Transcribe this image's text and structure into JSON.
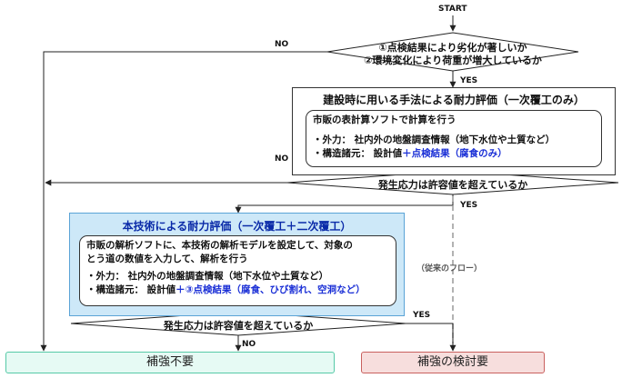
{
  "start_label": "START",
  "decision1": {
    "line1": "①点検結果により劣化が著しいか",
    "line2": "②環境変化により荷重が増大しているか",
    "no": "NO",
    "yes": "YES"
  },
  "primary_box": {
    "title": "建設時に用いる手法による耐力評価（一次覆工のみ）",
    "inner_heading": "市販の表計算ソフトで計算を行う",
    "external_force": "・外力： 社内外の地盤調査情報（地下水位や土質など）",
    "structure_prefix": "・構造諸元： 設計値",
    "structure_highlight": "＋点検結果（腐食のみ）"
  },
  "decision2": {
    "text": "発生応力は許容値を超えているか",
    "no": "NO",
    "yes": "YES"
  },
  "tech_box": {
    "title": "本技術による耐力評価（一次覆工＋二次覆工）",
    "inner_line1": "市販の解析ソフトに、本技術の解析モデルを設定して、対象の",
    "inner_line2": "とう道の数値を入力して、解析を行う",
    "external_force": "・外力： 社内外の地盤調査情報（地下水位や土質など）",
    "structure_prefix": "・構造諸元： 設計値",
    "structure_highlight": "＋③点検結果（腐食、ひび割れ、空洞など）"
  },
  "conventional_flow": "（従来のフロー）",
  "decision3": {
    "text": "発生応力は許容値を超えているか",
    "no": "NO",
    "yes": "YES"
  },
  "end_no_reinforce": "補強不要",
  "end_reinforce": "補強の検討要",
  "colors": {
    "tech_box_fill": "#cde8f8",
    "tech_box_border": "#5aa3d6",
    "end_left_fill": "#e6faf4",
    "end_left_border": "#56c9a7",
    "end_right_fill": "#f7dedd",
    "end_right_border": "#c9605e",
    "highlight_text": "#1a2fd6"
  }
}
